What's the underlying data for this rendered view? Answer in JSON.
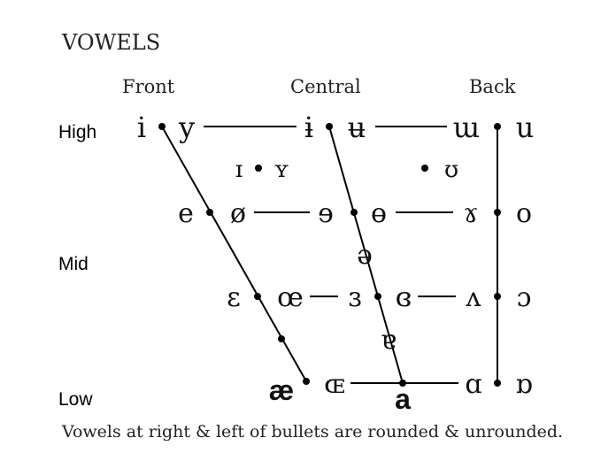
{
  "title": "VOWELS",
  "columns": [
    "Front",
    "Central",
    "Back"
  ],
  "rows": [
    "High",
    "Mid",
    "Low"
  ],
  "caption": "Vowels at right & left of bullets are rounded & unrounded.",
  "vowels": {
    "close_front_unrounded": "i",
    "close_front_rounded": "y",
    "close_central_unrounded": "ɨ",
    "close_central_rounded": "ʉ",
    "close_back_unrounded": "ɯ",
    "close_back_rounded": "u",
    "near_close_front_unrounded": "ɪ",
    "near_close_front_rounded": "ʏ",
    "near_close_back_rounded": "ʊ",
    "close_mid_front_unrounded": "e",
    "close_mid_front_rounded": "ø",
    "close_mid_central_unrounded": "ɘ",
    "close_mid_central_rounded": "ɵ",
    "close_mid_back_unrounded": "ɤ",
    "close_mid_back_rounded": "o",
    "mid_central": "ə",
    "open_mid_front_unrounded": "ɛ",
    "open_mid_front_rounded": "œ",
    "open_mid_central_unrounded": "ɜ",
    "open_mid_central_rounded": "ɞ",
    "open_mid_back_unrounded": "ʌ",
    "open_mid_back_rounded": "ɔ",
    "near_open_central": "ɐ",
    "near_open_front_unrounded": "æ",
    "open_front_rounded": "ɶ",
    "open_front_unrounded": "a",
    "open_back_unrounded": "ɑ",
    "open_back_rounded": "ɒ"
  }
}
